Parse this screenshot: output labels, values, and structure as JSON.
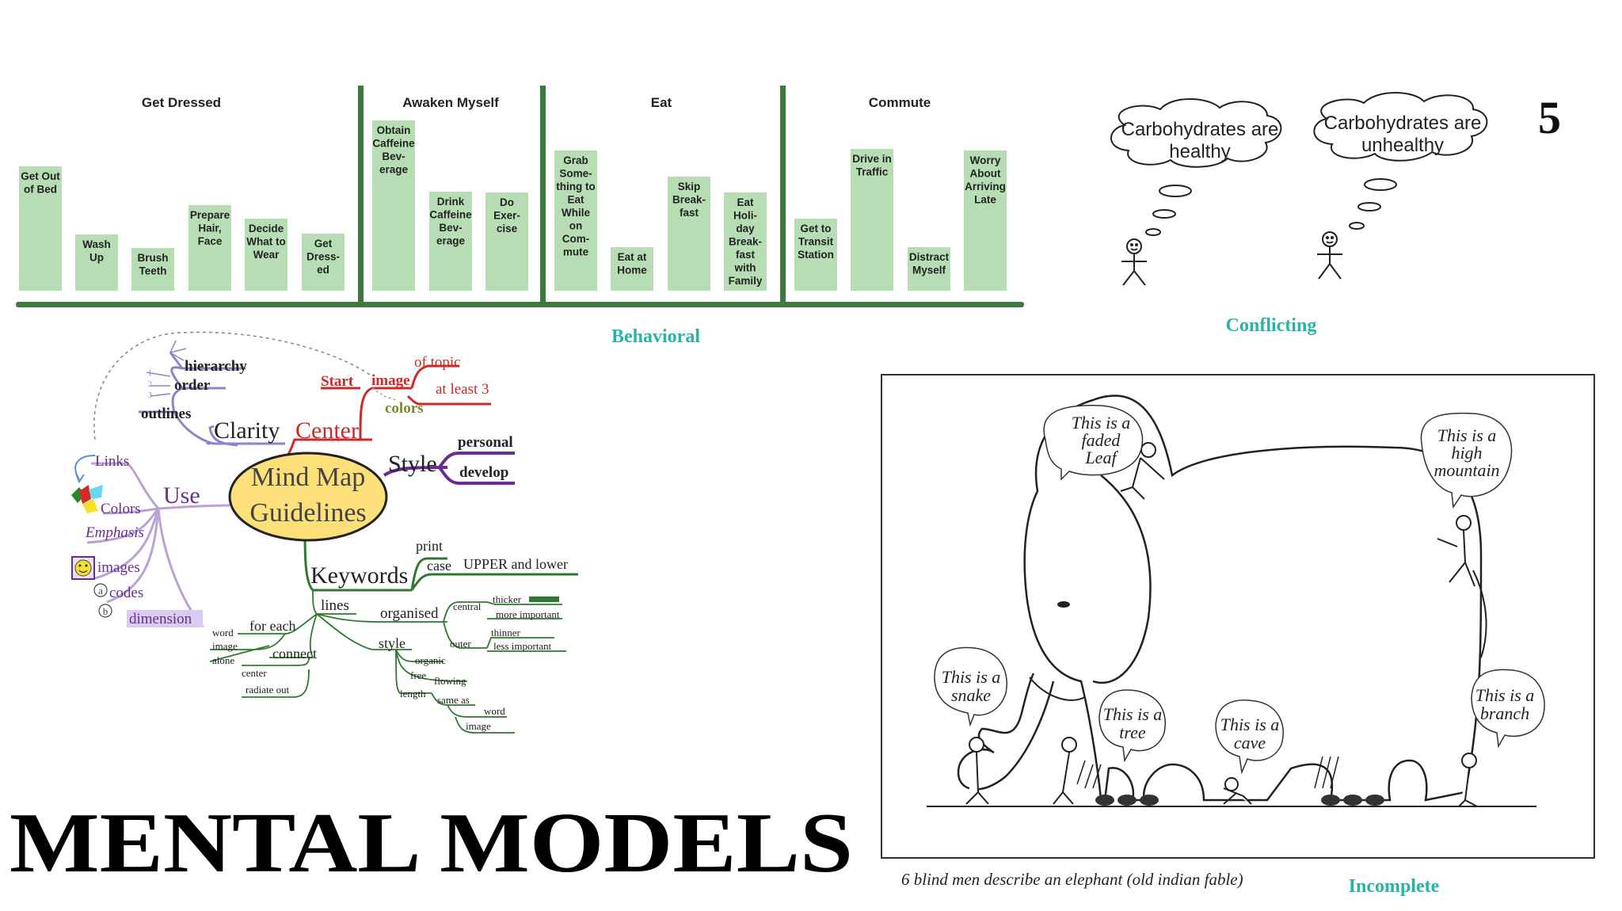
{
  "slide": {
    "number": "5",
    "title": "MENTAL MODELS"
  },
  "behavioral": {
    "label": "Behavioral",
    "groups": [
      {
        "title": "Get Dressed",
        "tasks": [
          [
            "Get Out",
            "of Bed"
          ],
          [
            "Wash",
            "Up"
          ],
          [
            "Brush",
            "Teeth"
          ],
          [
            "Prepare",
            "Hair,",
            "Face"
          ],
          [
            "Decide",
            "What to",
            "Wear"
          ],
          [
            "Get",
            "Dress-",
            "ed"
          ]
        ]
      },
      {
        "title": "Awaken Myself",
        "tasks": [
          [
            "Obtain",
            "Caffeine",
            "Bev-",
            "erage"
          ],
          [
            "Drink",
            "Caffeine",
            "Bev-",
            "erage"
          ],
          [
            "Do",
            "Exer-",
            "cise"
          ]
        ]
      },
      {
        "title": "Eat",
        "tasks": [
          [
            "Grab",
            "Some-",
            "thing to",
            "Eat",
            "While",
            "on",
            "Com-",
            "mute"
          ],
          [
            "Eat at",
            "Home"
          ],
          [
            "Skip",
            "Break-",
            "fast"
          ],
          [
            "Eat",
            "Holi-",
            "day",
            "Break-",
            "fast",
            "with",
            "Family"
          ]
        ]
      },
      {
        "title": "Commute",
        "tasks": [
          [
            "Get to",
            "Transit",
            "Station"
          ],
          [
            "Drive in",
            "Traffic"
          ],
          [
            "Distract",
            "Myself"
          ],
          [
            "Worry",
            "About",
            "Arriving",
            "Late"
          ]
        ]
      }
    ]
  },
  "conflicting": {
    "label": "Conflicting",
    "thought_left": [
      "Carbohydrates are",
      "healthy"
    ],
    "thought_right": [
      "Carbohydrates are",
      "unhealthy"
    ]
  },
  "mindmap": {
    "center": [
      "Mind Map",
      "Guidelines"
    ],
    "clarity": "Clarity",
    "hierarchy": "hierarchy",
    "order": "order",
    "outlines": "outlines",
    "order_nums": [
      "1",
      "2",
      "3"
    ],
    "center_branch": "Center",
    "start": "Start",
    "image": "image",
    "of_topic": "of topic",
    "colors_text": "colors",
    "at_least_3": "at least 3",
    "style": "Style",
    "personal": "personal",
    "develop": "develop",
    "use": "Use",
    "links": "Links",
    "colors": "Colors",
    "emphasis": "Emphasis",
    "images": "images",
    "codes": "codes",
    "code_a": "a",
    "code_b": "b",
    "dimension": "dimension",
    "keywords": "Keywords",
    "print": "print",
    "case": "case",
    "upper_lower": "UPPER and lower",
    "lines": "lines",
    "organised": "organised",
    "central": "central",
    "thicker": "thicker",
    "more_important": "more important",
    "outer": "outer",
    "thinner": "thinner",
    "less_important": "less important",
    "for_each": "for each",
    "word": "word",
    "image_small": "image",
    "alone": "alone",
    "connect": "connect",
    "center_small": "center",
    "radiate_out": "radiate out",
    "style_small": "style",
    "organic": "organic",
    "free": "free",
    "flowing": "flowing",
    "length": "length",
    "same_as": "same as",
    "word2": "word",
    "image2": "image"
  },
  "incomplete": {
    "label": "Incomplete",
    "caption": "6 blind men describe an elephant (old indian fable)",
    "bubbles": [
      [
        "This is a",
        "faded",
        "Leaf"
      ],
      [
        "This is a",
        "high",
        "mountain"
      ],
      [
        "This is a",
        "snake"
      ],
      [
        "This is a",
        "tree"
      ],
      [
        "This is a",
        "cave"
      ],
      [
        "This is a",
        "branch"
      ]
    ]
  },
  "colors": {
    "bar_fill": "#b7ddb4",
    "bar_line": "#3d7a3f",
    "label_teal": "#28b3a8",
    "mm_blue": "#8a86c9",
    "mm_red": "#cc2a2a",
    "mm_purple": "#6b2c8f",
    "mm_green": "#2f7a2f",
    "mm_center": "#fde07a"
  }
}
